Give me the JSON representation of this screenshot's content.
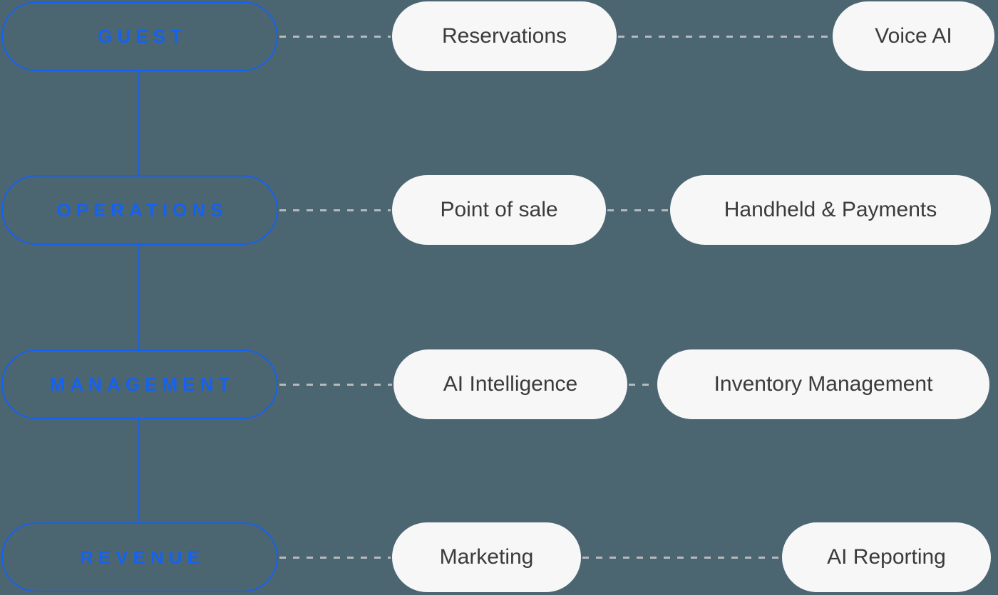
{
  "diagram": {
    "rows": [
      {
        "stage": "GUEST",
        "product1": "Reservations",
        "product2": "Voice AI"
      },
      {
        "stage": "OPERATIONS",
        "product1": "Point of sale",
        "product2": "Handheld & Payments"
      },
      {
        "stage": "MANAGEMENT",
        "product1": "AI Intelligence",
        "product2": "Inventory Management"
      },
      {
        "stage": "REVENUE",
        "product1": "Marketing",
        "product2": "AI Reporting"
      }
    ],
    "colors": {
      "background": "#4C6671",
      "accent_blue": "#1561F0",
      "card_background": "#F7F7F8",
      "card_text": "#3B3B3B",
      "dash_line": "#B6BABD"
    }
  }
}
